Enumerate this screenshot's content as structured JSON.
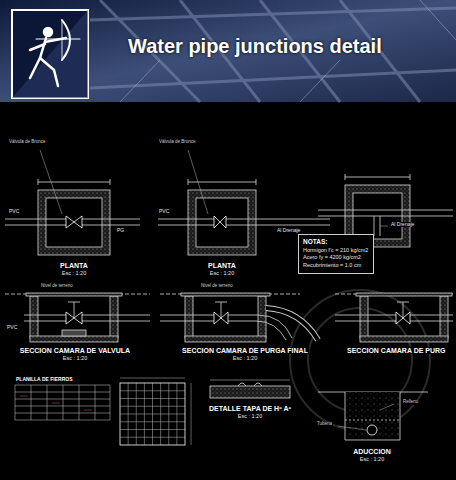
{
  "diagram": {
    "title": "Water pipe junctions detail",
    "nodes": [
      {
        "text": [
          "NOTAS:",
          "Hormigon f'c = 210 kg/cm2",
          "Acero fy = 4200 kg/cm2",
          "Recubrimiento = 1.0 cm"
        ]
      }
    ],
    "labels": [
      "Válvula de Bronce",
      "PVC",
      "PG",
      "PLANTA",
      "Esc : 1:20",
      "Válvula de Bronce",
      "PVC",
      "Al Drenaje",
      "PLANTA",
      "Esc : 1:20",
      "Al Drenaje",
      "Nivel de terreno",
      "PVC",
      "SECCION CAMARA DE VALVULA",
      "Esc : 1:20",
      "Nivel de terreno",
      "SECCION CAMARA DE PURGA FINAL",
      "Esc : 1:20",
      "SECCION CAMARA DE PURG",
      "PLANILLA DE FIERROS",
      "DETALLE TAPA DE Hº Aº",
      "Esc : 1:20",
      "Tuberia",
      "Relleno",
      "ADUCCION",
      "Esc : 1:20"
    ]
  }
}
